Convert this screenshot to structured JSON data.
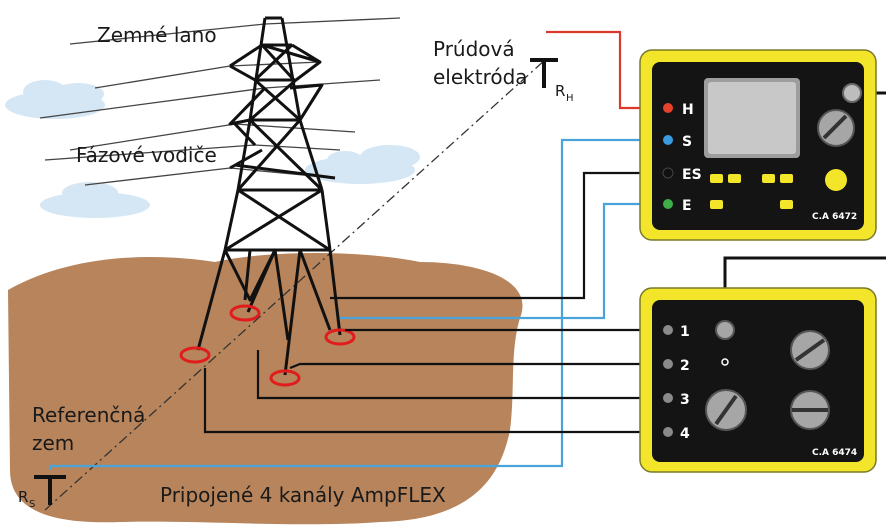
{
  "labels": {
    "earth_wire": "Zemné lano",
    "phase_conductors": "Fázové vodiče",
    "current_electrode_line1": "Prúdová",
    "current_electrode_line2": "elektróda",
    "rh_main": "R",
    "rh_sub": "H",
    "reference_earth_line1": "Referenčná",
    "reference_earth_line2": "zem",
    "rs_main": "R",
    "rs_sub": "S",
    "caption": "Pripojené 4 kanály AmpFLEX"
  },
  "device_top": {
    "model": "C.A 6472",
    "terminals": [
      {
        "label": "H",
        "color": "#e8412b"
      },
      {
        "label": "S",
        "color": "#3a9be0"
      },
      {
        "label": "ES",
        "color": "#111111"
      },
      {
        "label": "E",
        "color": "#3fae49"
      }
    ]
  },
  "device_bottom": {
    "model": "C.A 6474",
    "terminals": [
      "1",
      "2",
      "3",
      "4"
    ]
  },
  "colors": {
    "device_body": "#f3e52a",
    "device_panel": "#141414",
    "ground": "#b5835a",
    "wire_red": "#d93a2b",
    "wire_blue": "#4aa3d9",
    "wire_black": "#111111",
    "clamp": "#e01c1c",
    "cloud": "#cfe4f3"
  }
}
